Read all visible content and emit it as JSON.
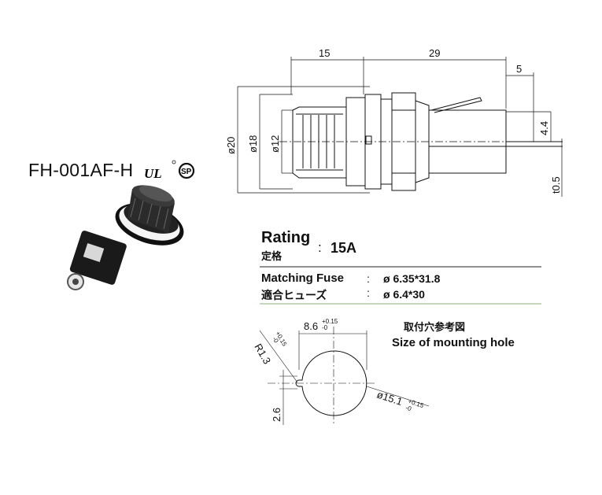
{
  "model": "FH-001AF-H",
  "certifications": {
    "ul_mark": "UL",
    "csa_mark": "SP"
  },
  "dimensions": {
    "len_a": "15",
    "len_b": "29",
    "len_c": "5",
    "dia_outer": "ø20",
    "dia_mid": "ø18",
    "dia_inner": "ø12",
    "height_a": "4.4",
    "thickness": "t0.5",
    "radius": "R1.3",
    "radius_tol_top": "+0.15",
    "radius_tol_bot": "-0",
    "hole_width": "8.6",
    "hole_width_tol_top": "+0.15",
    "hole_width_tol_bot": "-0",
    "notch_depth": "2.6",
    "hole_dia": "ø15.1",
    "hole_dia_tol_top": "+0.15",
    "hole_dia_tol_bot": "-0"
  },
  "rating": {
    "label_en": "Rating",
    "label_jp": "定格",
    "colon": ":",
    "value": "15A"
  },
  "matching_fuse": {
    "label_en": "Matching Fuse",
    "label_jp": "適合ヒューズ",
    "colon": ":",
    "value_1": "ø 6.35*31.8",
    "value_2": "ø 6.4*30"
  },
  "mounting_hole": {
    "label_jp": "取付穴参考図",
    "label_en": "Size of mounting hole"
  },
  "colors": {
    "line": "#111111",
    "divider_green": "#8db07a"
  }
}
